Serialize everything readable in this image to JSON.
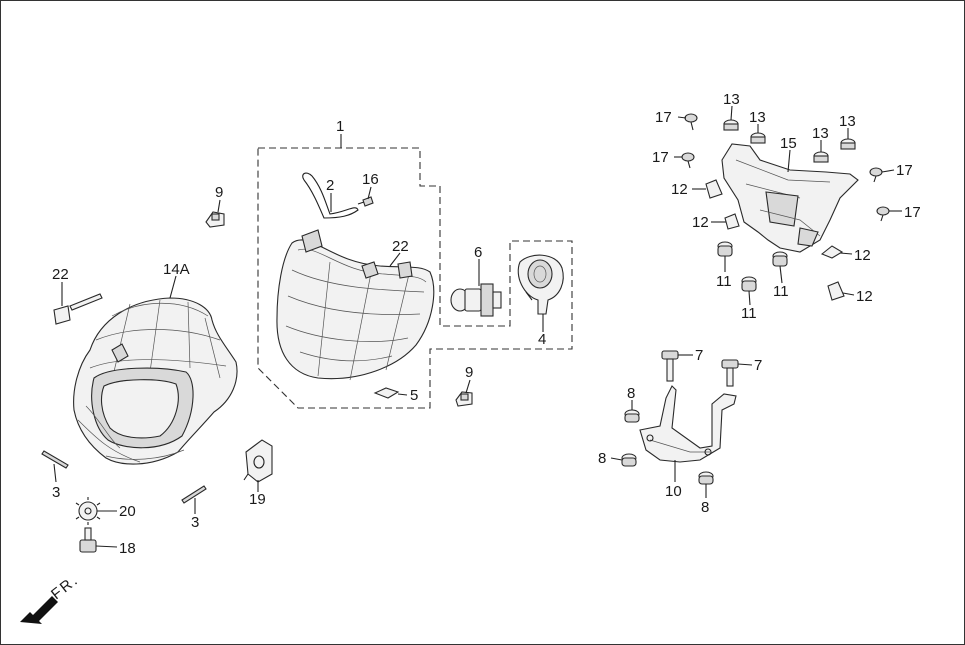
{
  "diagram": {
    "direction_marker": "FR.",
    "callouts": [
      {
        "id": "c-1",
        "text": "1"
      },
      {
        "id": "c-2",
        "text": "2"
      },
      {
        "id": "c-16",
        "text": "16"
      },
      {
        "id": "c-22a",
        "text": "22"
      },
      {
        "id": "c-6",
        "text": "6"
      },
      {
        "id": "c-4",
        "text": "4"
      },
      {
        "id": "c-5",
        "text": "5"
      },
      {
        "id": "c-9a",
        "text": "9"
      },
      {
        "id": "c-9b",
        "text": "9"
      },
      {
        "id": "c-22b",
        "text": "22"
      },
      {
        "id": "c-14a",
        "text": "14A"
      },
      {
        "id": "c-3a",
        "text": "3"
      },
      {
        "id": "c-3b",
        "text": "3"
      },
      {
        "id": "c-20",
        "text": "20"
      },
      {
        "id": "c-18",
        "text": "18"
      },
      {
        "id": "c-19",
        "text": "19"
      },
      {
        "id": "c-17a",
        "text": "17"
      },
      {
        "id": "c-17b",
        "text": "17"
      },
      {
        "id": "c-17c",
        "text": "17"
      },
      {
        "id": "c-17d",
        "text": "17"
      },
      {
        "id": "c-13a",
        "text": "13"
      },
      {
        "id": "c-13b",
        "text": "13"
      },
      {
        "id": "c-13c",
        "text": "13"
      },
      {
        "id": "c-13d",
        "text": "13"
      },
      {
        "id": "c-15",
        "text": "15"
      },
      {
        "id": "c-12a",
        "text": "12"
      },
      {
        "id": "c-12b",
        "text": "12"
      },
      {
        "id": "c-12c",
        "text": "12"
      },
      {
        "id": "c-12d",
        "text": "12"
      },
      {
        "id": "c-11a",
        "text": "11"
      },
      {
        "id": "c-11b",
        "text": "11"
      },
      {
        "id": "c-11c",
        "text": "11"
      },
      {
        "id": "c-7a",
        "text": "7"
      },
      {
        "id": "c-7b",
        "text": "7"
      },
      {
        "id": "c-8a",
        "text": "8"
      },
      {
        "id": "c-8b",
        "text": "8"
      },
      {
        "id": "c-8c",
        "text": "8"
      },
      {
        "id": "c-10",
        "text": "10"
      }
    ]
  }
}
